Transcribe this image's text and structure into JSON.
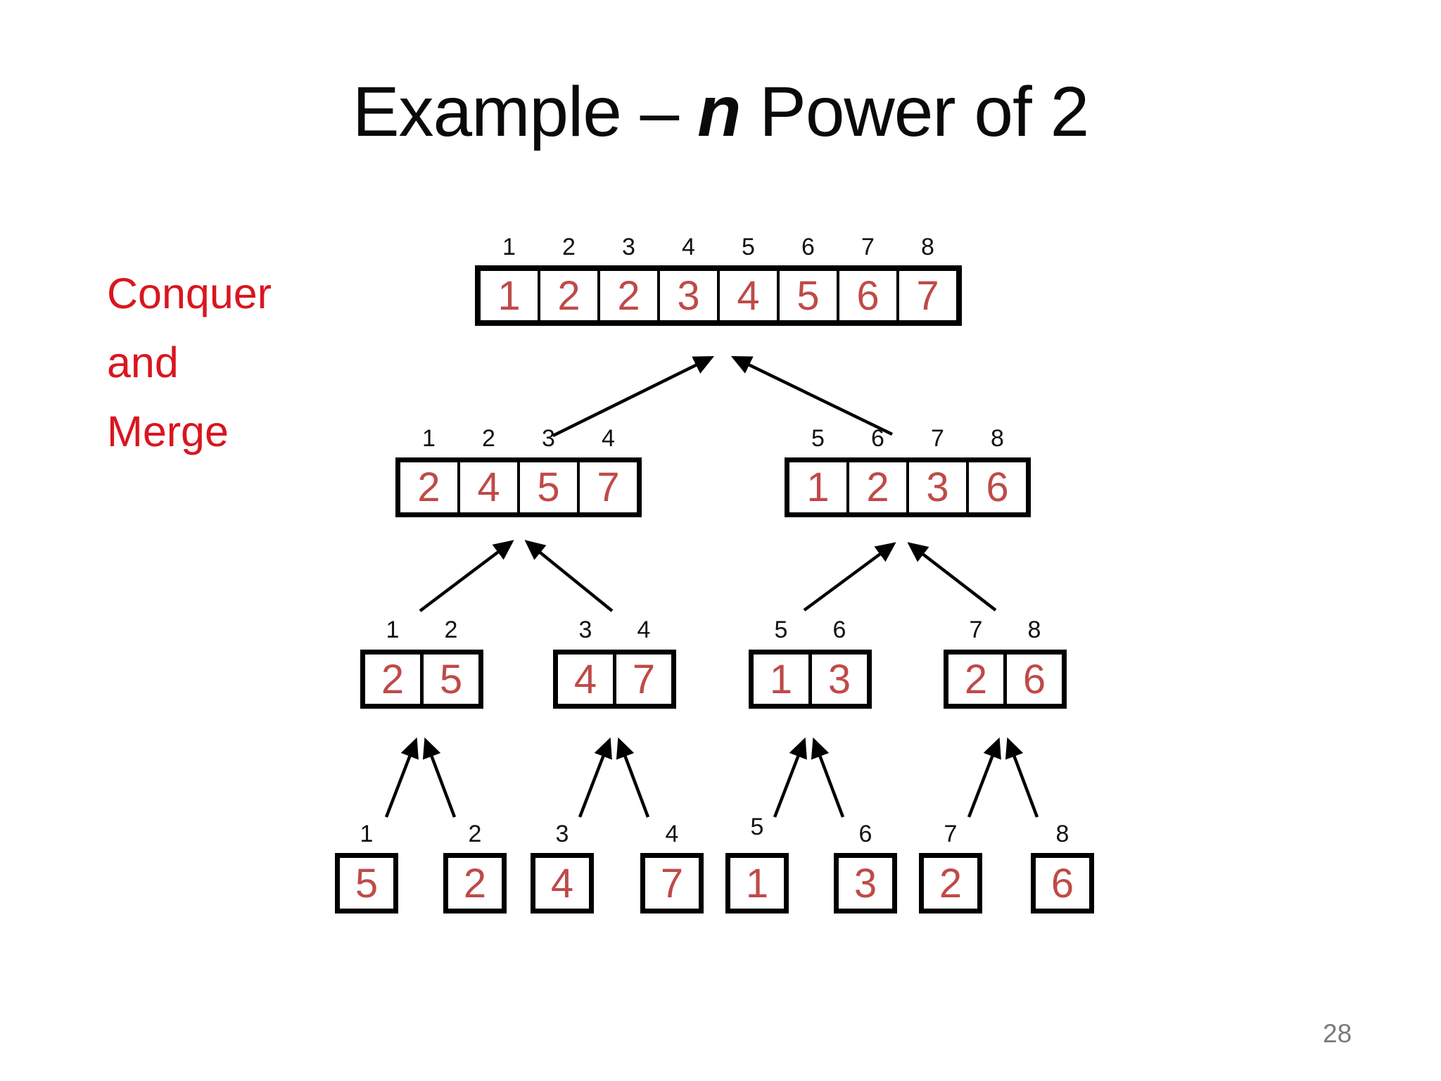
{
  "slide": {
    "title": {
      "prefix": "Example – ",
      "emphasis": "n",
      "suffix": " Power of 2"
    },
    "side_label_lines": [
      "Conquer",
      "and",
      "Merge"
    ],
    "page_number": "28"
  },
  "colors": {
    "value_red": "#be4b48",
    "label_red": "#d9161f",
    "line_black": "#000000",
    "page_gray": "#7a7a7a"
  },
  "tree": {
    "levels": [
      {
        "name": "level-1-merged-array",
        "groups": [
          {
            "indices": [
              "1",
              "2",
              "3",
              "4",
              "5",
              "6",
              "7",
              "8"
            ],
            "values": [
              "1",
              "2",
              "2",
              "3",
              "4",
              "5",
              "6",
              "7"
            ]
          }
        ]
      },
      {
        "name": "level-2-half-arrays",
        "groups": [
          {
            "indices": [
              "1",
              "2",
              "3",
              "4"
            ],
            "values": [
              "2",
              "4",
              "5",
              "7"
            ]
          },
          {
            "indices": [
              "5",
              "6",
              "7",
              "8"
            ],
            "values": [
              "1",
              "2",
              "3",
              "6"
            ]
          }
        ]
      },
      {
        "name": "level-3-pairs",
        "groups": [
          {
            "indices": [
              "1",
              "2"
            ],
            "values": [
              "2",
              "5"
            ]
          },
          {
            "indices": [
              "3",
              "4"
            ],
            "values": [
              "4",
              "7"
            ]
          },
          {
            "indices": [
              "5",
              "6"
            ],
            "values": [
              "1",
              "3"
            ]
          },
          {
            "indices": [
              "7",
              "8"
            ],
            "values": [
              "2",
              "6"
            ]
          }
        ]
      },
      {
        "name": "level-4-single-elements",
        "groups": [
          {
            "indices": [
              "1"
            ],
            "values": [
              "5"
            ]
          },
          {
            "indices": [
              "2"
            ],
            "values": [
              "2"
            ]
          },
          {
            "indices": [
              "3"
            ],
            "values": [
              "4"
            ]
          },
          {
            "indices": [
              "4"
            ],
            "values": [
              "7"
            ]
          },
          {
            "indices": [
              "5"
            ],
            "values": [
              "1"
            ]
          },
          {
            "indices": [
              "6"
            ],
            "values": [
              "3"
            ]
          },
          {
            "indices": [
              "7"
            ],
            "values": [
              "2"
            ]
          },
          {
            "indices": [
              "8"
            ],
            "values": [
              "6"
            ]
          }
        ]
      }
    ]
  }
}
